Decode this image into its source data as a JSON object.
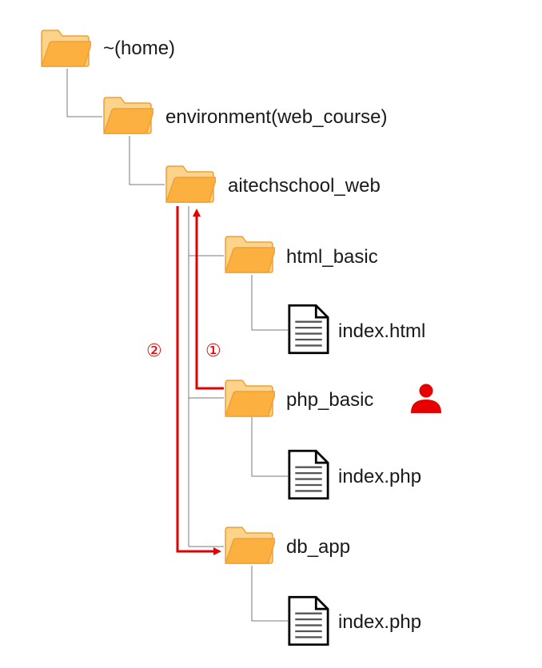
{
  "tree": {
    "home": {
      "label": "~(home)",
      "icon": "folder-icon"
    },
    "environment": {
      "label": "environment(web_course)",
      "icon": "folder-icon"
    },
    "root_project": {
      "label": "aitechschool_web",
      "icon": "folder-icon"
    },
    "html_basic": {
      "label": "html_basic",
      "icon": "folder-icon"
    },
    "html_index": {
      "label": "index.html",
      "icon": "file-icon"
    },
    "php_basic": {
      "label": "php_basic",
      "icon": "folder-icon"
    },
    "php_index": {
      "label": "index.php",
      "icon": "file-icon"
    },
    "db_app": {
      "label": "db_app",
      "icon": "folder-icon"
    },
    "db_index": {
      "label": "index.php",
      "icon": "file-icon"
    }
  },
  "navigation": {
    "step1_label": "①",
    "step2_label": "②",
    "current_location_icon": "user-icon"
  },
  "colors": {
    "accent": "#e60000",
    "folder_back": "#fcd38a",
    "folder_front": "#fbb040",
    "folder_stroke": "#f0a030",
    "line": "#7a7a7a"
  }
}
